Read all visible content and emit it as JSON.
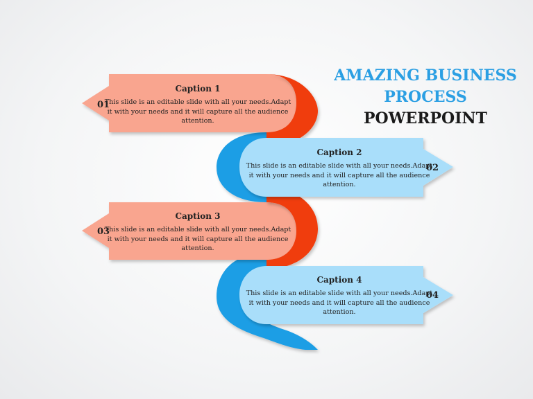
{
  "title": {
    "line1_blue": "AMAZING BUSINESS",
    "line2_blue": "PROCESS",
    "line2_dark": "POWERPOINT"
  },
  "colors": {
    "salmon": "#f9a58f",
    "lightblue": "#a9defa",
    "red": "#f03c0e",
    "blue": "#1f9ee5"
  },
  "steps": [
    {
      "number": "01",
      "caption": "Caption 1",
      "text": "This slide is an editable slide with all your needs.Adapt it with your needs and it will capture all the audience attention."
    },
    {
      "number": "02",
      "caption": "Caption 2",
      "text": "This slide is an editable slide with all your needs.Adapt it with your needs and it will capture all the audience attention."
    },
    {
      "number": "03",
      "caption": "Caption 3",
      "text": "This slide is an editable slide with all your needs.Adapt it with your needs and it will capture all the audience attention."
    },
    {
      "number": "04",
      "caption": "Caption 4",
      "text": "This slide is an editable slide with all your needs.Adapt it with your needs and it will capture all the audience attention."
    }
  ]
}
